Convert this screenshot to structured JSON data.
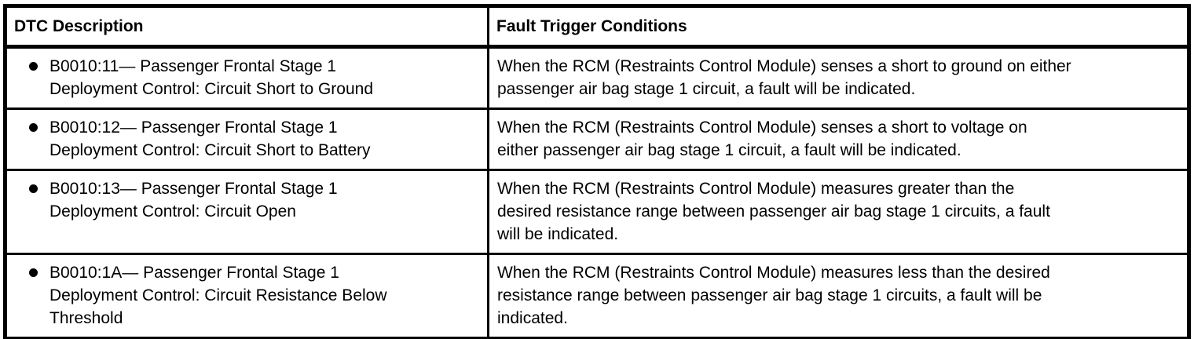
{
  "table": {
    "name": "DTC fault trigger conditions table",
    "border_color": "#000000",
    "text_color": "#000000",
    "background_color": "#ffffff",
    "headers": {
      "dtc": "DTC Description",
      "fault": "Fault Trigger Conditions"
    },
    "rows": [
      {
        "dtc": "B0010:11— Passenger Frontal Stage 1\nDeployment Control: Circuit Short to Ground",
        "fault": "When the RCM (Restraints Control Module) senses a short to ground on either\npassenger air bag stage 1 circuit, a fault will be indicated."
      },
      {
        "dtc": "B0010:12— Passenger Frontal Stage 1\nDeployment Control: Circuit Short to Battery",
        "fault": "When the RCM (Restraints Control Module) senses a short to voltage on\neither passenger air bag stage 1 circuit, a fault will be indicated."
      },
      {
        "dtc": "B0010:13— Passenger Frontal Stage 1\nDeployment Control: Circuit Open",
        "fault": "When the RCM (Restraints Control Module) measures greater than the\ndesired resistance range between passenger air bag stage 1 circuits, a fault\nwill be indicated."
      },
      {
        "dtc": "B0010:1A— Passenger Frontal Stage 1\nDeployment Control: Circuit Resistance Below\nThreshold",
        "fault": "When the RCM (Restraints Control Module) measures less than the desired\nresistance range between passenger air bag stage 1 circuits, a fault will be\nindicated."
      }
    ]
  }
}
